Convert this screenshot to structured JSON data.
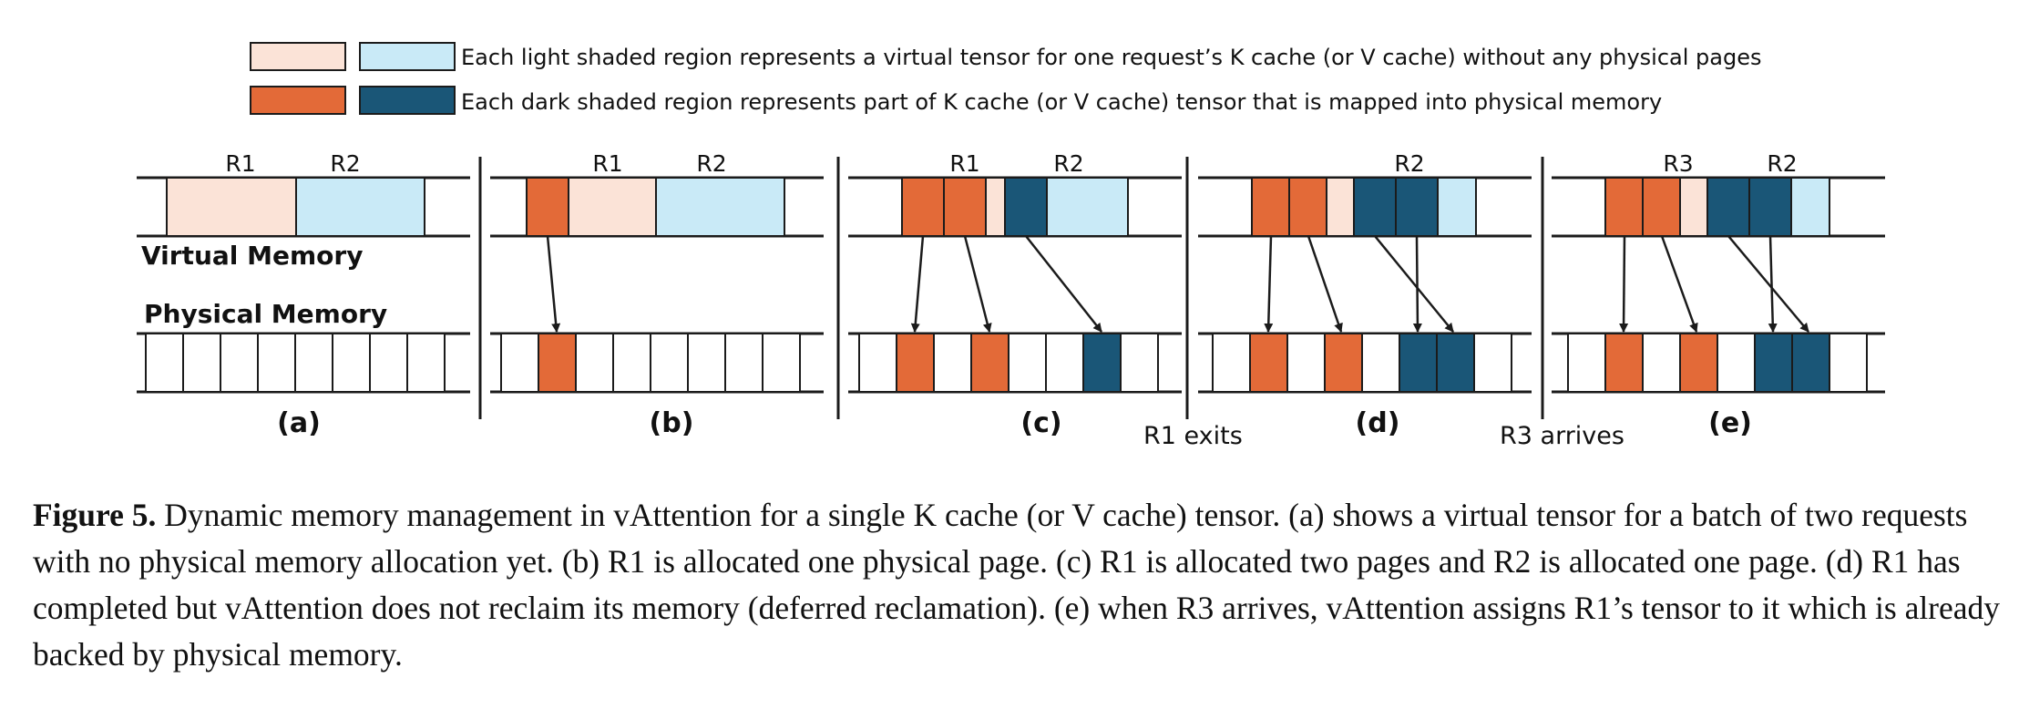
{
  "colors": {
    "k_light": "#fbe3d7",
    "v_light": "#c9eaf7",
    "k_dark": "#e36a38",
    "v_dark": "#1a5677",
    "stroke": "#1b1b1b"
  },
  "legend": {
    "light_text": "Each light shaded region represents a virtual tensor for one request’s K cache (or V cache) without any physical pages",
    "dark_text": "Each dark shaded region represents part of K cache (or V cache) tensor that is mapped into physical memory"
  },
  "labels": {
    "virtual_memory": "Virtual Memory",
    "physical_memory": "Physical Memory",
    "event_r1_exits": "R1 exits",
    "event_r3_arrives": "R3 arrives"
  },
  "panels": [
    {
      "label": "(a)",
      "request_labels": [
        "R1",
        "R2"
      ],
      "virtual": [
        "k-light",
        "v-light"
      ],
      "physical": [
        "empty",
        "empty",
        "empty",
        "empty",
        "empty",
        "empty",
        "empty",
        "empty"
      ]
    },
    {
      "label": "(b)",
      "request_labels": [
        "R1",
        "R2"
      ],
      "virtual": [
        "k-dark",
        "k-light",
        "v-light"
      ],
      "physical": [
        "empty",
        "k-dark",
        "empty",
        "empty",
        "empty",
        "empty",
        "empty",
        "empty"
      ]
    },
    {
      "label": "(c)",
      "request_labels": [
        "R1",
        "R2"
      ],
      "virtual": [
        "k-dark",
        "k-dark",
        "k-light",
        "v-dark",
        "v-light"
      ],
      "physical": [
        "empty",
        "k-dark",
        "empty",
        "k-dark",
        "empty",
        "empty",
        "v-dark",
        "empty"
      ]
    },
    {
      "label": "(d)",
      "request_labels": [
        "R2"
      ],
      "virtual": [
        "k-dark",
        "k-dark",
        "k-light",
        "v-dark",
        "v-dark",
        "v-light"
      ],
      "physical": [
        "empty",
        "k-dark",
        "empty",
        "k-dark",
        "empty",
        "v-dark",
        "v-dark",
        "empty"
      ]
    },
    {
      "label": "(e)",
      "request_labels": [
        "R3",
        "R2"
      ],
      "virtual": [
        "k-dark",
        "k-dark",
        "k-light",
        "v-dark",
        "v-dark",
        "v-light"
      ],
      "physical": [
        "empty",
        "k-dark",
        "empty",
        "k-dark",
        "empty",
        "v-dark",
        "v-dark",
        "empty"
      ]
    }
  ],
  "caption": {
    "label": "Figure 5.",
    "text": " Dynamic memory management in vAttention for a single K cache (or V cache) tensor. (a) shows a virtual tensor for a batch of two requests with no physical memory allocation yet. (b) R1 is allocated one physical page. (c) R1 is allocated two pages and R2 is allocated one page. (d) R1 has completed but vAttention does not reclaim its memory (deferred reclamation). (e) when R3 arrives, vAttention assigns R1’s tensor to it which is already backed by physical memory."
  }
}
